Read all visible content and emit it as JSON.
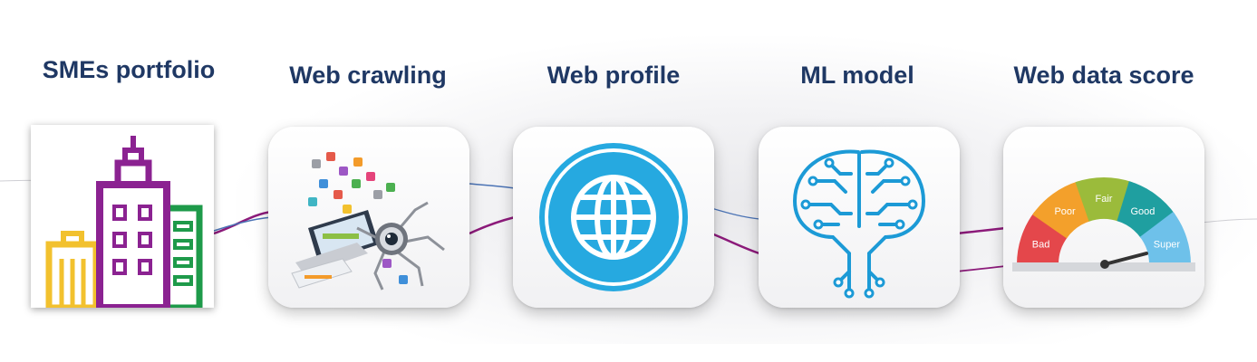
{
  "steps": [
    {
      "title": "SMEs portfolio",
      "icon": "buildings-icon"
    },
    {
      "title": "Web crawling",
      "icon": "spider-crawler-icon"
    },
    {
      "title": "Web profile",
      "icon": "globe-icon"
    },
    {
      "title": "ML model",
      "icon": "circuit-brain-icon"
    },
    {
      "title": "Web data score",
      "icon": "score-gauge-icon"
    }
  ],
  "gauge": {
    "labels": [
      "Bad",
      "Poor",
      "Fair",
      "Good",
      "Super"
    ],
    "colors": [
      "#e4474b",
      "#f3a02b",
      "#9bbb3b",
      "#1f9fa0",
      "#6ec1ea"
    ]
  },
  "colors": {
    "title": "#1f3864",
    "connector_purple": "#8c1a7a",
    "connector_blue": "#4b73b5",
    "globe": "#26a9e0",
    "brain": "#1c9ad6"
  }
}
